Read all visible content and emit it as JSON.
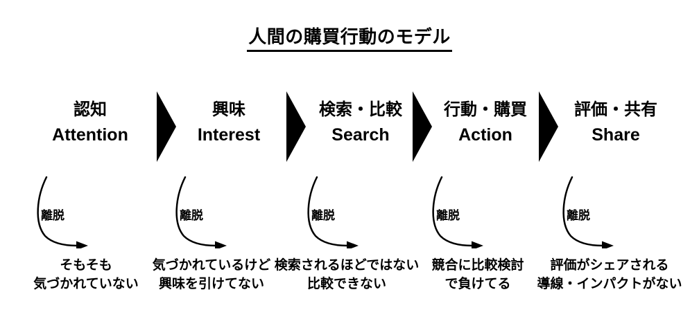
{
  "title": "人間の購買行動のモデル",
  "colors": {
    "ink": "#000000",
    "background": "#ffffff"
  },
  "icons": {
    "stage_separator": "right-triangle-icon",
    "dropoff": "curved-dropoff-arrow-icon"
  },
  "stages": [
    {
      "name_jp": "認知",
      "name_en": "Attention",
      "dropoff_label": "離脱",
      "issue_line1": "そもそも",
      "issue_line2": "気づかれていない"
    },
    {
      "name_jp": "興味",
      "name_en": "Interest",
      "dropoff_label": "離脱",
      "issue_line1": "気づかれているけど",
      "issue_line2": "興味を引けてない"
    },
    {
      "name_jp": "検索・比較",
      "name_en": "Search",
      "dropoff_label": "離脱",
      "issue_line1": "検索されるほどではない",
      "issue_line2": "比較できない"
    },
    {
      "name_jp": "行動・購買",
      "name_en": "Action",
      "dropoff_label": "離脱",
      "issue_line1": "競合に比較検討",
      "issue_line2": "で負けてる"
    },
    {
      "name_jp": "評価・共有",
      "name_en": "Share",
      "dropoff_label": "離脱",
      "issue_line1": "評価がシェアされる",
      "issue_line2": "導線・インパクトがない"
    }
  ]
}
